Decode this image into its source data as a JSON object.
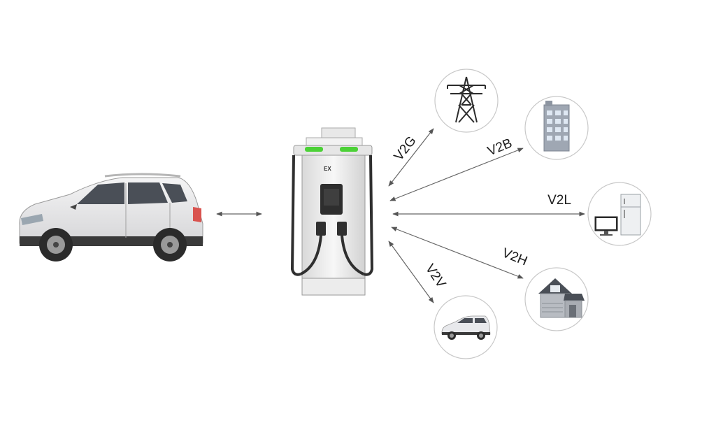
{
  "diagram": {
    "connections": [
      {
        "id": "v2g",
        "label": "V2G",
        "target": "power-tower-icon"
      },
      {
        "id": "v2b",
        "label": "V2B",
        "target": "building-icon"
      },
      {
        "id": "v2l",
        "label": "V2L",
        "target": "appliances-icon"
      },
      {
        "id": "v2h",
        "label": "V2H",
        "target": "house-icon"
      },
      {
        "id": "v2v",
        "label": "V2V",
        "target": "car-small-icon"
      }
    ],
    "charger_brand": "EX",
    "colors": {
      "arrow": "#666666",
      "circle_stroke": "#c8c8c8",
      "charger_accent": "#4cd137",
      "car_body": "#e8e8ea"
    }
  }
}
